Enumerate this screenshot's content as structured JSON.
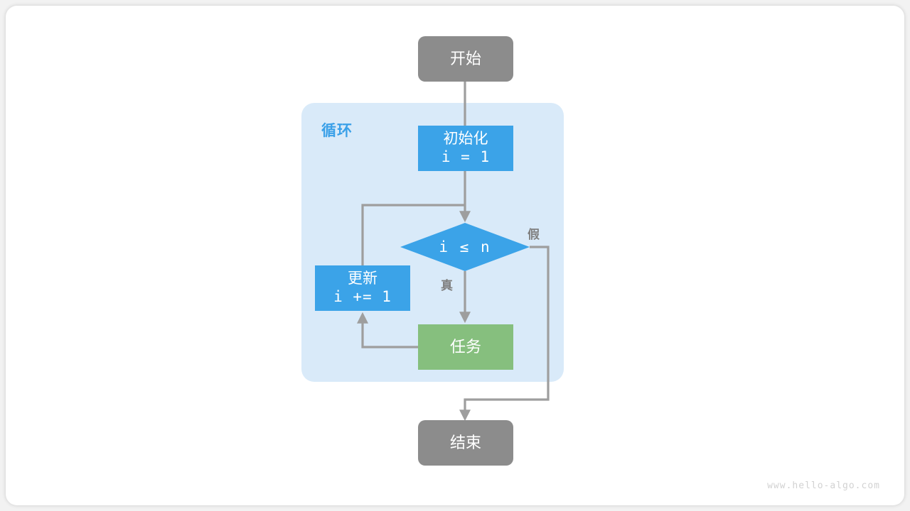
{
  "diagram": {
    "title": "for-loop-flowchart",
    "watermark": "www.hello-algo.com",
    "colors": {
      "terminal": "#8c8c8c",
      "process": "#3ba3e8",
      "task": "#86bf7e",
      "loop_container": "#d9eaf9",
      "loop_label": "#3aa0e8",
      "wire": "#9e9e9e",
      "card": "#ffffff",
      "background": "#f2f2f2"
    },
    "loop_container": {
      "label": "循环"
    },
    "nodes": [
      {
        "id": "start",
        "kind": "terminal",
        "shape": "rounded-rect",
        "line1": "开始",
        "line2": ""
      },
      {
        "id": "init",
        "kind": "process",
        "shape": "rect",
        "line1": "初始化",
        "line2": "i = 1"
      },
      {
        "id": "cond",
        "kind": "decision",
        "shape": "diamond",
        "line1": "i ≤ n",
        "line2": ""
      },
      {
        "id": "update",
        "kind": "process",
        "shape": "rect",
        "line1": "更新",
        "line2": "i += 1"
      },
      {
        "id": "task",
        "kind": "task",
        "shape": "rect",
        "line1": "任务",
        "line2": ""
      },
      {
        "id": "end",
        "kind": "terminal",
        "shape": "rounded-rect",
        "line1": "结束",
        "line2": ""
      }
    ],
    "edge_labels": {
      "true": "真",
      "false": "假"
    }
  }
}
